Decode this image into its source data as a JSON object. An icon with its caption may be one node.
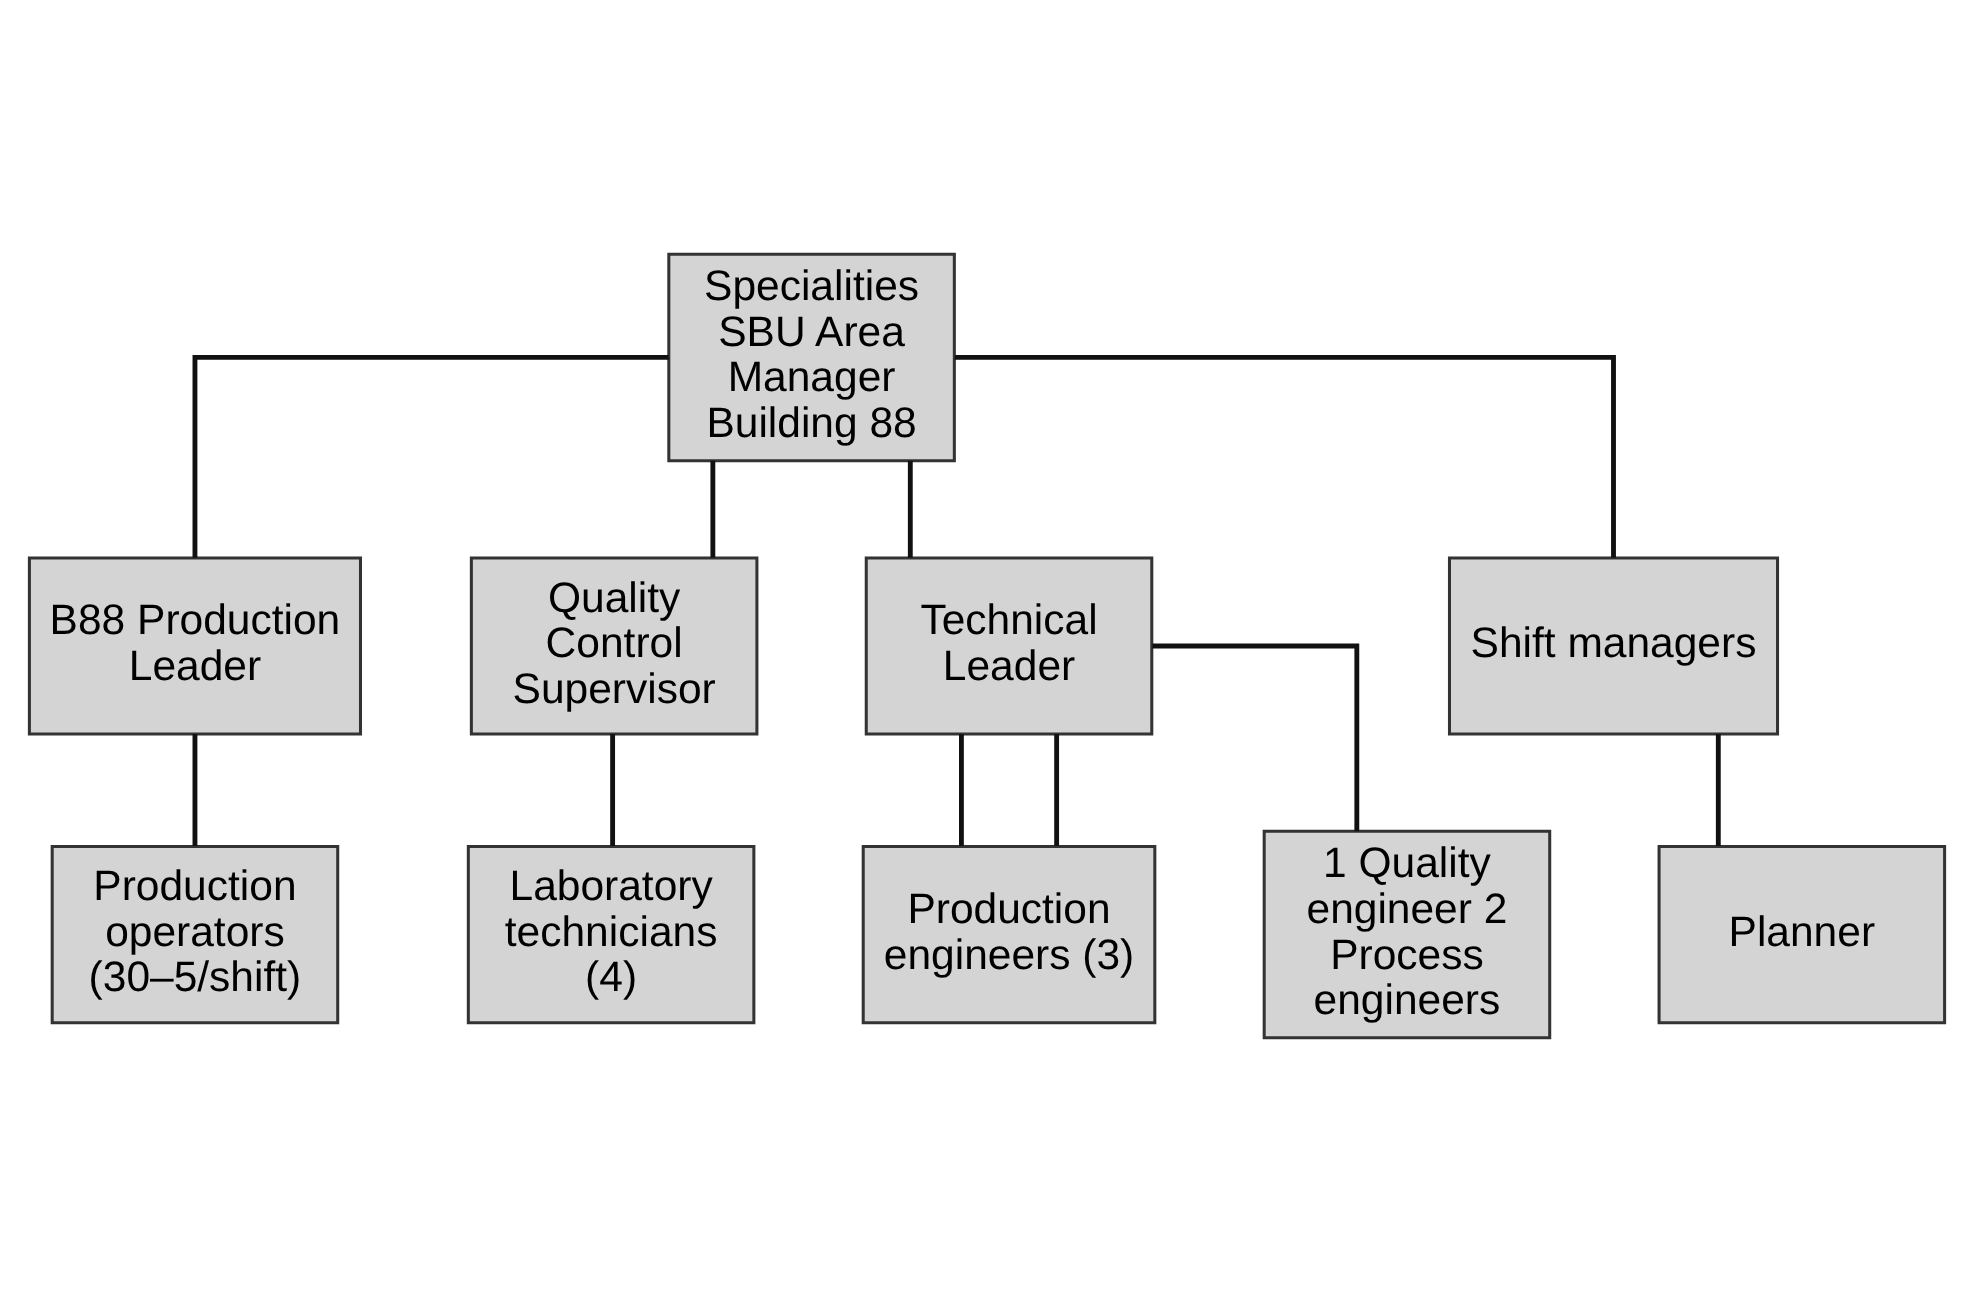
{
  "diagram": {
    "nodes": [
      {
        "text": [
          "Specialities SBU Area Manager Building 88"
        ]
      },
      {
        "text": [
          "B88 Production Leader"
        ]
      },
      {
        "text": [
          "Quality Control Supervisor"
        ]
      },
      {
        "text": [
          "Technical Leader"
        ]
      },
      {
        "text": [
          "Shift managers"
        ]
      },
      {
        "text": [
          "Production operators (30–5/shift)"
        ]
      },
      {
        "text": [
          "Laboratory technicians (4)"
        ]
      },
      {
        "text": [
          "Production engineers (3)"
        ]
      },
      {
        "text": [
          "1 Quality engineer 2 Process engineers"
        ]
      },
      {
        "text": [
          "Planner"
        ]
      }
    ],
    "edges": [
      {
        "from": 0,
        "to": 1,
        "arrow": "none"
      },
      {
        "from": 0,
        "to": 2,
        "arrow": "none"
      },
      {
        "from": 0,
        "to": 3,
        "arrow": "none"
      },
      {
        "from": 0,
        "to": 4,
        "arrow": "none"
      },
      {
        "from": 1,
        "to": 5,
        "arrow": "none"
      },
      {
        "from": 2,
        "to": 6,
        "arrow": "none"
      },
      {
        "from": 3,
        "to": 7,
        "arrow": "none"
      },
      {
        "from": 3,
        "to": 7,
        "arrow": "none"
      },
      {
        "from": 3,
        "to": 8,
        "arrow": "none"
      },
      {
        "from": 4,
        "to": 9,
        "arrow": "none"
      }
    ]
  }
}
